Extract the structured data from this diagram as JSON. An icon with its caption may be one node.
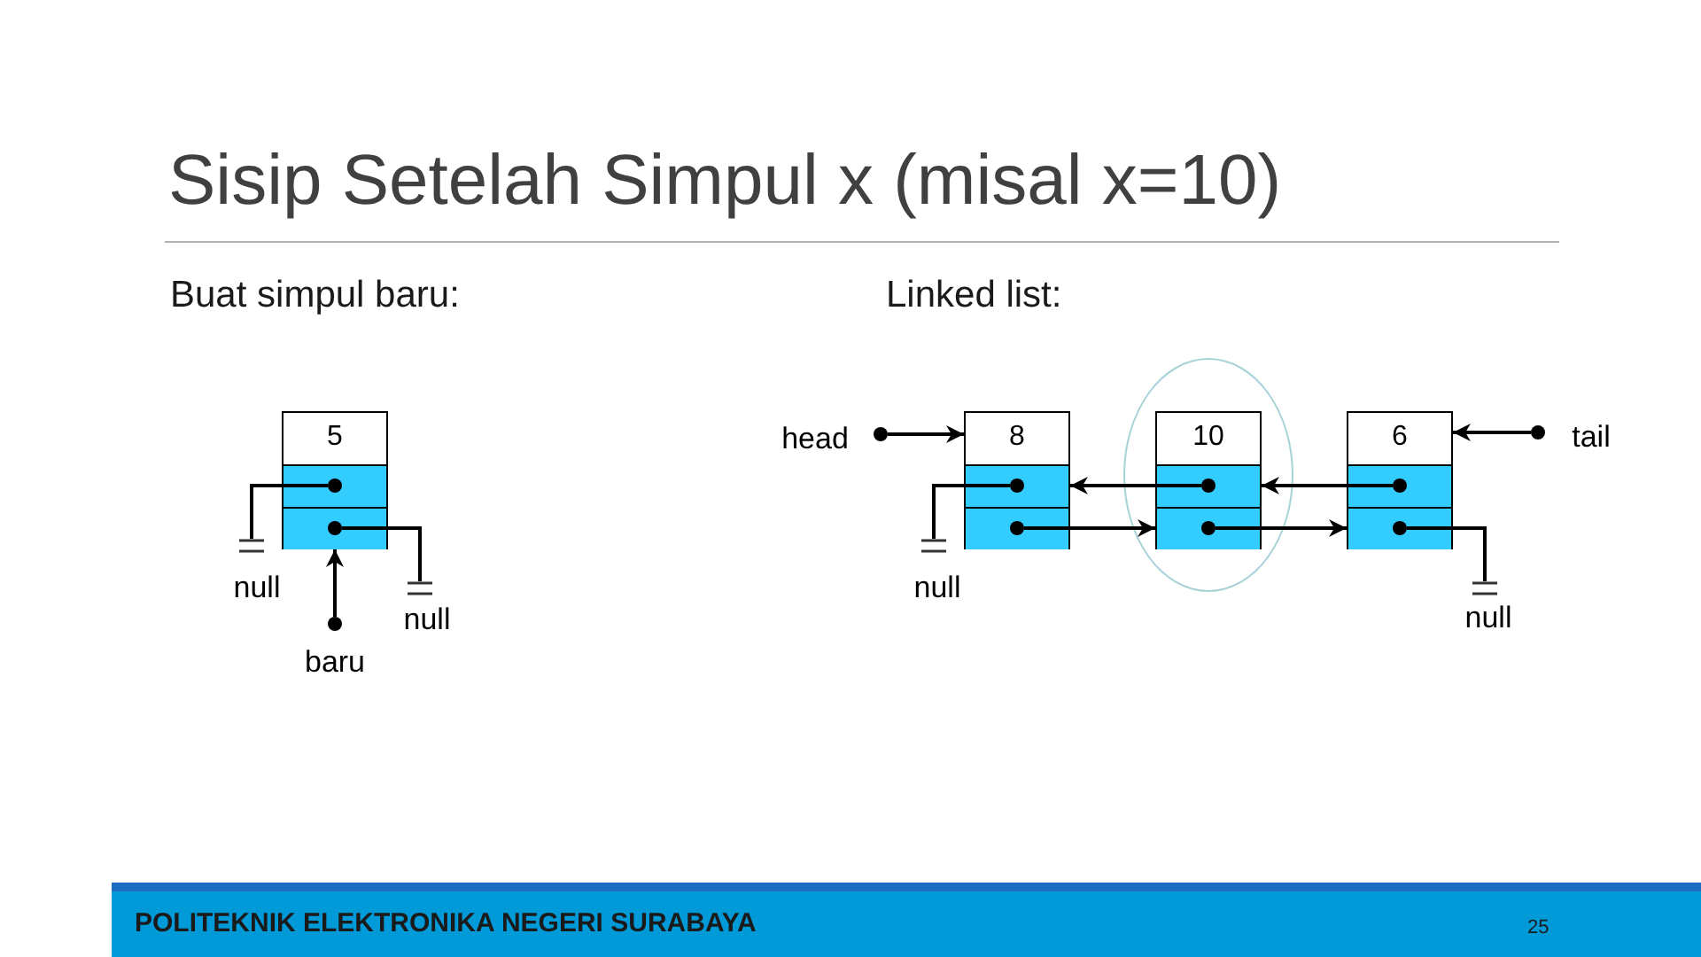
{
  "diagram": {
    "title": "Sisip Setelah Simpul x (misal x=10)",
    "nodes": [
      {
        "text": [
          "5"
        ]
      },
      {
        "text": [],
        "shape": "circle",
        "in": 0
      },
      {
        "text": [],
        "shape": "circle",
        "in": 0
      },
      {
        "text": [],
        "shape": "ground",
        "beside": [
          "null"
        ]
      },
      {
        "text": [],
        "shape": "ground",
        "beside": [
          "null"
        ]
      },
      {
        "text": [],
        "shape": "circle",
        "beside": [
          "baru"
        ]
      },
      {
        "text": [],
        "shape": "circle",
        "beside": [
          "head"
        ]
      },
      {
        "text": [
          "8"
        ]
      },
      {
        "text": [],
        "shape": "circle",
        "in": 7
      },
      {
        "text": [],
        "shape": "circle",
        "in": 7
      },
      {
        "text": [],
        "shape": "ellipse"
      },
      {
        "text": [
          "10"
        ],
        "in": 10
      },
      {
        "text": [],
        "shape": "circle",
        "in": 11
      },
      {
        "text": [],
        "shape": "circle",
        "in": 11
      },
      {
        "text": [
          "6"
        ]
      },
      {
        "text": [],
        "shape": "circle",
        "in": 14
      },
      {
        "text": [],
        "shape": "circle",
        "in": 14
      },
      {
        "text": [],
        "shape": "circle",
        "beside": [
          "tail"
        ]
      },
      {
        "text": [],
        "shape": "ground",
        "beside": [
          "null"
        ]
      },
      {
        "text": [],
        "shape": "ground",
        "beside": [
          "null"
        ]
      }
    ],
    "edges": [
      {
        "from": 1,
        "to": 3,
        "arrow": "none"
      },
      {
        "from": 2,
        "to": 4,
        "arrow": "none"
      },
      {
        "from": 5,
        "to": 0,
        "arrow": "to"
      },
      {
        "from": 6,
        "to": 7,
        "arrow": "to"
      },
      {
        "from": 8,
        "to": 18,
        "arrow": "none"
      },
      {
        "from": 9,
        "to": 11,
        "arrow": "to"
      },
      {
        "from": 12,
        "to": 7,
        "arrow": "to"
      },
      {
        "from": 13,
        "to": 14,
        "arrow": "to"
      },
      {
        "from": 15,
        "to": 11,
        "arrow": "to"
      },
      {
        "from": 16,
        "to": 19,
        "arrow": "none"
      },
      {
        "from": 17,
        "to": 14,
        "arrow": "to"
      }
    ],
    "labels": [
      "Buat simpul baru:",
      "Linked list:",
      "POLITEKNIK ELEKTRONIKA NEGERI SURABAYA",
      "25"
    ]
  }
}
